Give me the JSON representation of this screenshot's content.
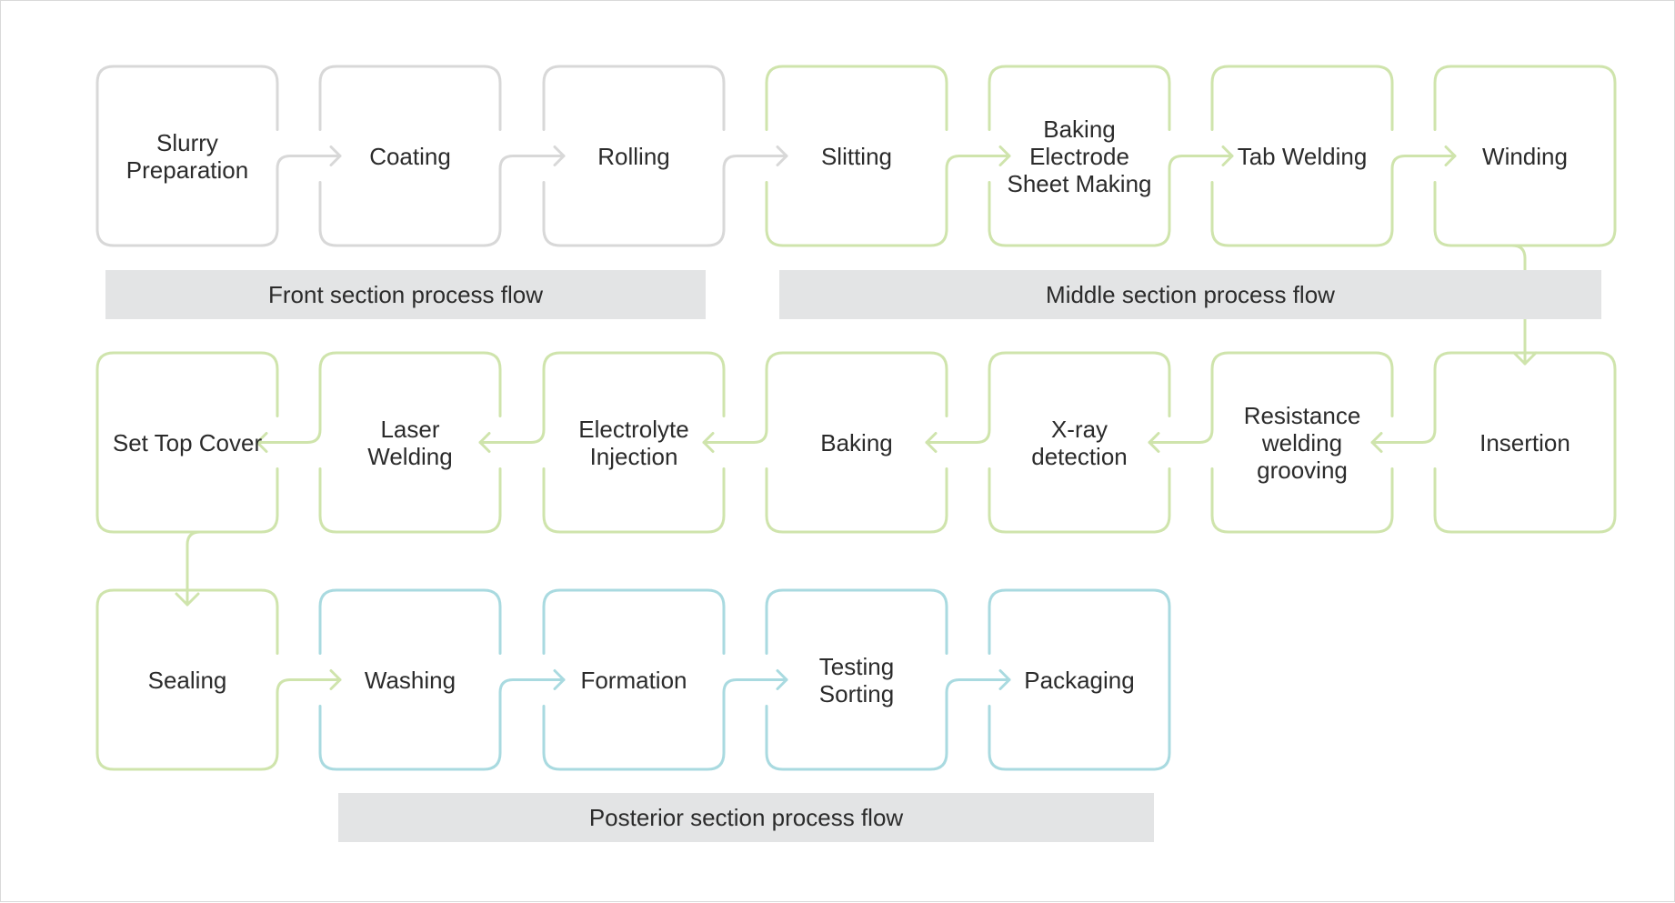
{
  "colors": {
    "front": "#d8d8d8",
    "middle": "#cfe4ac",
    "posterior": "#a9dae0"
  },
  "bands": {
    "front": "Front section process flow",
    "middle": "Middle section process flow",
    "posterior": "Posterior section process flow"
  },
  "steps": [
    {
      "id": "slurry",
      "label": "Slurry\nPreparation",
      "section": "front"
    },
    {
      "id": "coating",
      "label": "Coating",
      "section": "front"
    },
    {
      "id": "rolling",
      "label": "Rolling",
      "section": "front"
    },
    {
      "id": "slitting",
      "label": "Slitting",
      "section": "middle"
    },
    {
      "id": "baking-sheet",
      "label": "Baking\nElectrode\nSheet Making",
      "section": "middle"
    },
    {
      "id": "tab-welding",
      "label": "Tab Welding",
      "section": "middle"
    },
    {
      "id": "winding",
      "label": "Winding",
      "section": "middle"
    },
    {
      "id": "insertion",
      "label": "Insertion",
      "section": "middle"
    },
    {
      "id": "resistance",
      "label": "Resistance\nwelding\ngrooving",
      "section": "middle"
    },
    {
      "id": "xray",
      "label": "X-ray\ndetection",
      "section": "middle"
    },
    {
      "id": "baking",
      "label": "Baking",
      "section": "middle"
    },
    {
      "id": "electrolyte",
      "label": "Electrolyte\nInjection",
      "section": "middle"
    },
    {
      "id": "laser",
      "label": "Laser\nWelding",
      "section": "middle"
    },
    {
      "id": "top-cover",
      "label": "Set Top Cover",
      "section": "middle"
    },
    {
      "id": "sealing",
      "label": "Sealing",
      "section": "middle"
    },
    {
      "id": "washing",
      "label": "Washing",
      "section": "posterior"
    },
    {
      "id": "formation",
      "label": "Formation",
      "section": "posterior"
    },
    {
      "id": "testing",
      "label": "Testing\nSorting",
      "section": "posterior"
    },
    {
      "id": "packaging",
      "label": "Packaging",
      "section": "posterior"
    }
  ]
}
